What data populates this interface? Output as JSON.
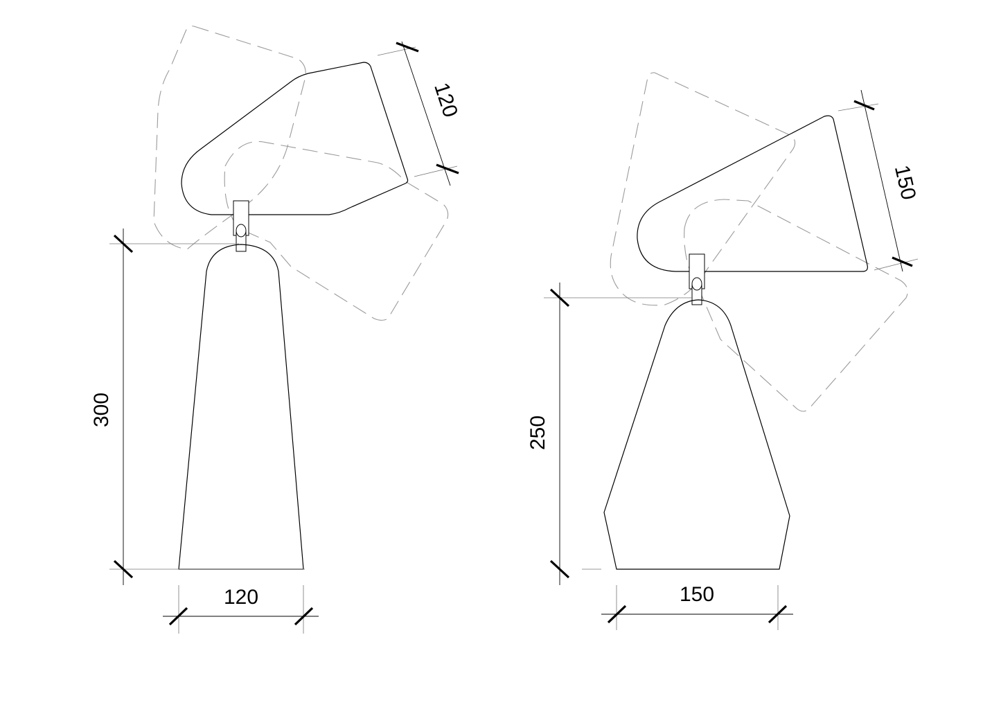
{
  "lamps": [
    {
      "id": "small",
      "height_label": "300",
      "base_width_label": "120",
      "shade_label": "120"
    },
    {
      "id": "large",
      "height_label": "250",
      "base_width_label": "150",
      "shade_label": "150"
    }
  ],
  "colors": {
    "line": "#000000",
    "hidden_line": "#9a9a9a",
    "background": "#ffffff"
  }
}
